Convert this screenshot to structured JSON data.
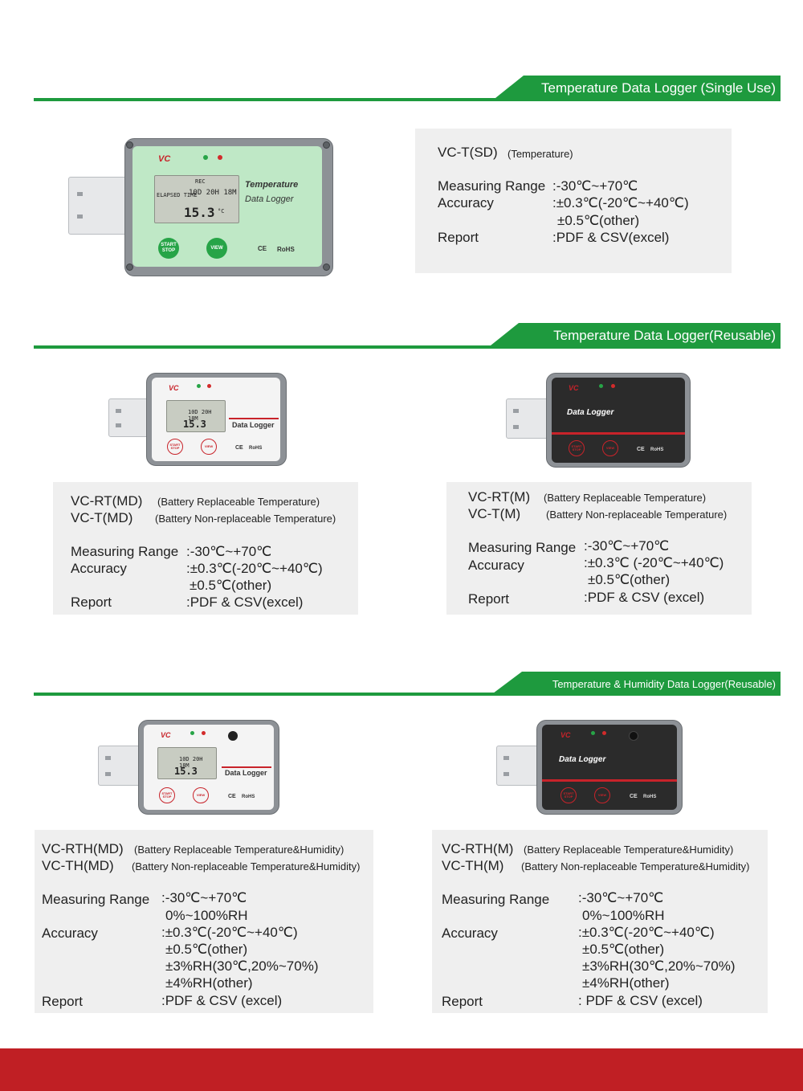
{
  "sections": [
    {
      "title": "Temperature Data Logger (Single Use)"
    },
    {
      "title": "Temperature Data Logger(Reusable)"
    },
    {
      "title": "Temperature & Humidity Data Logger(Reusable)"
    }
  ],
  "device_text": {
    "brand": "VC",
    "rec": "REC",
    "elapsed": "ELAPSED TIME",
    "time": "10D 20H 18M",
    "reading": "15.3",
    "unit": "°C",
    "start_stop": "START STOP",
    "view": "VIEW",
    "label_temperature": "Temperature",
    "label_data_logger": "Data Logger",
    "ce": "CE",
    "rohs": "RoHS"
  },
  "colors": {
    "accent_green": "#1e9a3e",
    "footer_red": "#c01f24",
    "spec_bg": "#efefef"
  },
  "specs": {
    "single_use": {
      "model": "VC-T(SD)",
      "model_note": "(Temperature)",
      "range_label": "Measuring Range",
      "range_value": ":-30℃~+70℃",
      "accuracy_label": "Accuracy",
      "accuracy_value_1": ":±0.3℃(-20℃~+40℃)",
      "accuracy_value_2": "±0.5℃(other)",
      "report_label": "Report",
      "report_value": ":PDF & CSV(excel)"
    },
    "reusable_md": {
      "model_1": "VC-RT(MD)",
      "note_1": "(Battery Replaceable Temperature)",
      "model_2": "VC-T(MD)",
      "note_2": "(Battery Non-replaceable Temperature)",
      "range_label": "Measuring Range",
      "range_value": ":-30℃~+70℃",
      "accuracy_label": "Accuracy",
      "accuracy_value_1": ":±0.3℃(-20℃~+40℃)",
      "accuracy_value_2": "±0.5℃(other)",
      "report_label": "Report",
      "report_value": ":PDF & CSV(excel)"
    },
    "reusable_m": {
      "model_1": "VC-RT(M)",
      "note_1": "(Battery Replaceable Temperature)",
      "model_2": "VC-T(M)",
      "note_2": "(Battery Non-replaceable Temperature)",
      "range_label": "Measuring Range",
      "range_value": ":-30℃~+70℃",
      "accuracy_label": "Accuracy",
      "accuracy_value_1": ":±0.3℃ (-20℃~+40℃)",
      "accuracy_value_2": "±0.5℃(other)",
      "report_label": "Report",
      "report_value": ":PDF & CSV (excel)"
    },
    "humidity_md": {
      "model_1": "VC-RTH(MD)",
      "note_1": "(Battery Replaceable Temperature&Humidity)",
      "model_2": "VC-TH(MD)",
      "note_2": "(Battery Non-replaceable Temperature&Humidity)",
      "range_label": "Measuring Range",
      "range_value_1": ":-30℃~+70℃",
      "range_value_2": "0%~100%RH",
      "accuracy_label": "Accuracy",
      "accuracy_value_1": ":±0.3℃(-20℃~+40℃)",
      "accuracy_value_2": "±0.5℃(other)",
      "accuracy_value_3": "±3%RH(30℃,20%~70%)",
      "accuracy_value_4": "±4%RH(other)",
      "report_label": "Report",
      "report_value": ":PDF & CSV (excel)"
    },
    "humidity_m": {
      "model_1": "VC-RTH(M)",
      "note_1": "(Battery Replaceable Temperature&Humidity)",
      "model_2": "VC-TH(M)",
      "note_2": "(Battery Non-replaceable Temperature&Humidity)",
      "range_label": "Measuring Range",
      "range_value_1": ":-30℃~+70℃",
      "range_value_2": "0%~100%RH",
      "accuracy_label": "Accuracy",
      "accuracy_value_1": ":±0.3℃(-20℃~+40℃)",
      "accuracy_value_2": "±0.5℃(other)",
      "accuracy_value_3": "±3%RH(30℃,20%~70%)",
      "accuracy_value_4": "±4%RH(other)",
      "report_label": "Report",
      "report_value": ": PDF & CSV (excel)"
    }
  }
}
